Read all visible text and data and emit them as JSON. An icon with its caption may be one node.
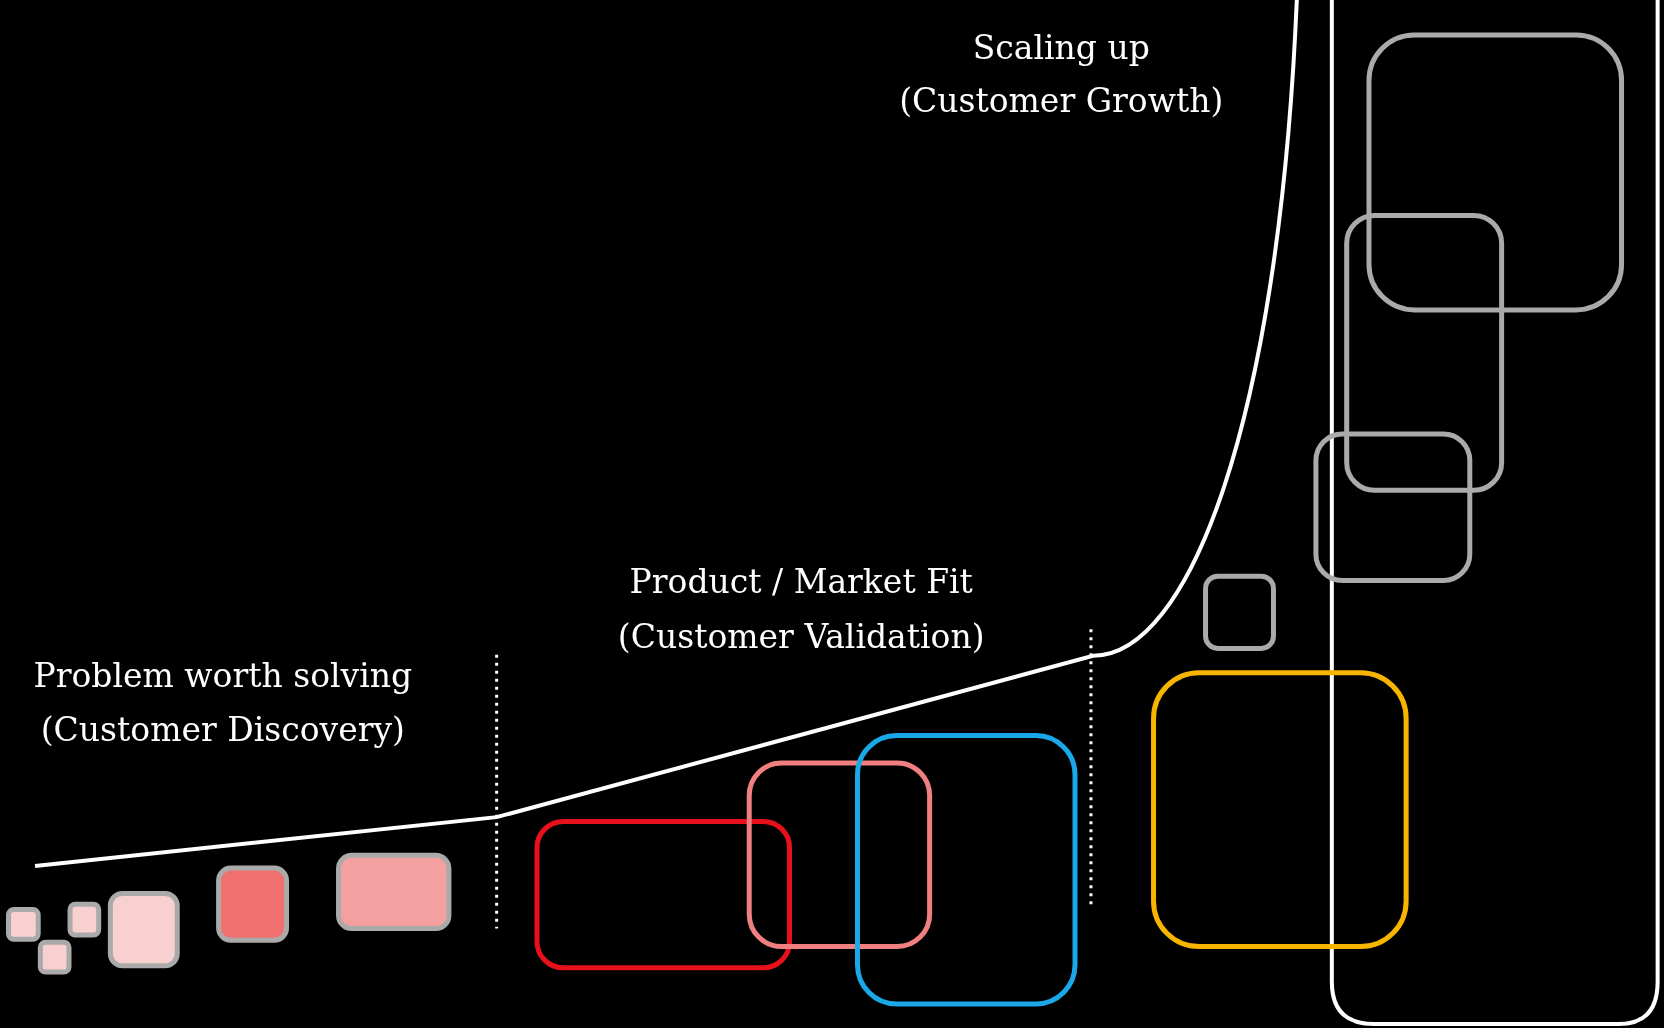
{
  "diagram": {
    "labels": [
      "Scaling up",
      "(Customer Growth)",
      "Product / Market Fit",
      "(Customer Validation)",
      "Problem worth solving",
      "(Customer Discovery)"
    ]
  }
}
